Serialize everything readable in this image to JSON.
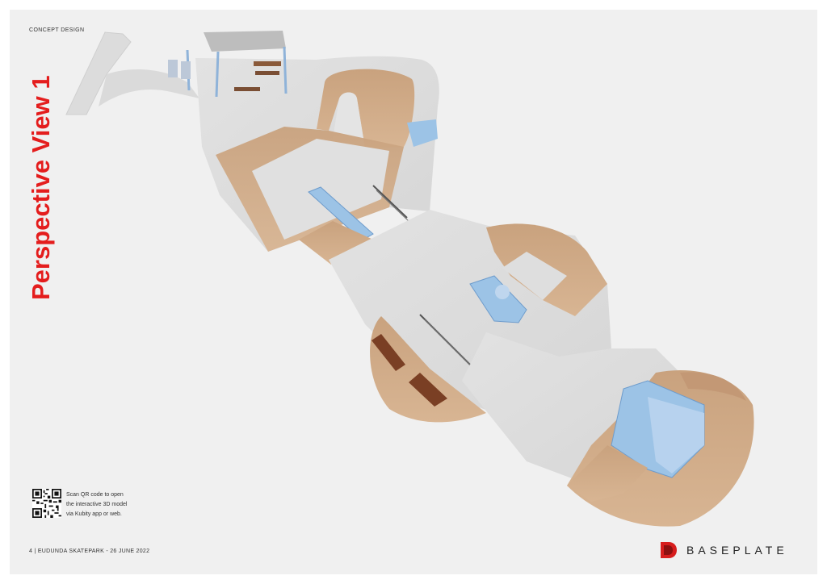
{
  "header": {
    "section_label": "CONCEPT DESIGN",
    "title": "Perspective View 1"
  },
  "qr": {
    "line1": "Scan QR code to open",
    "line2": "the interactive 3D model",
    "line3": "via Kubity app or web."
  },
  "footer": {
    "page_number": "4",
    "separator": " | ",
    "project": "EUDUNDA SKATEPARK - 26 JUNE 2022"
  },
  "brand": {
    "name": "BASEPLATE"
  },
  "colors": {
    "title": "#e41d1d",
    "brand_red": "#d71d1d",
    "ramp": "#c9a27e",
    "concrete": "#e0e0e0",
    "blue_features": "#9cc3e6"
  }
}
